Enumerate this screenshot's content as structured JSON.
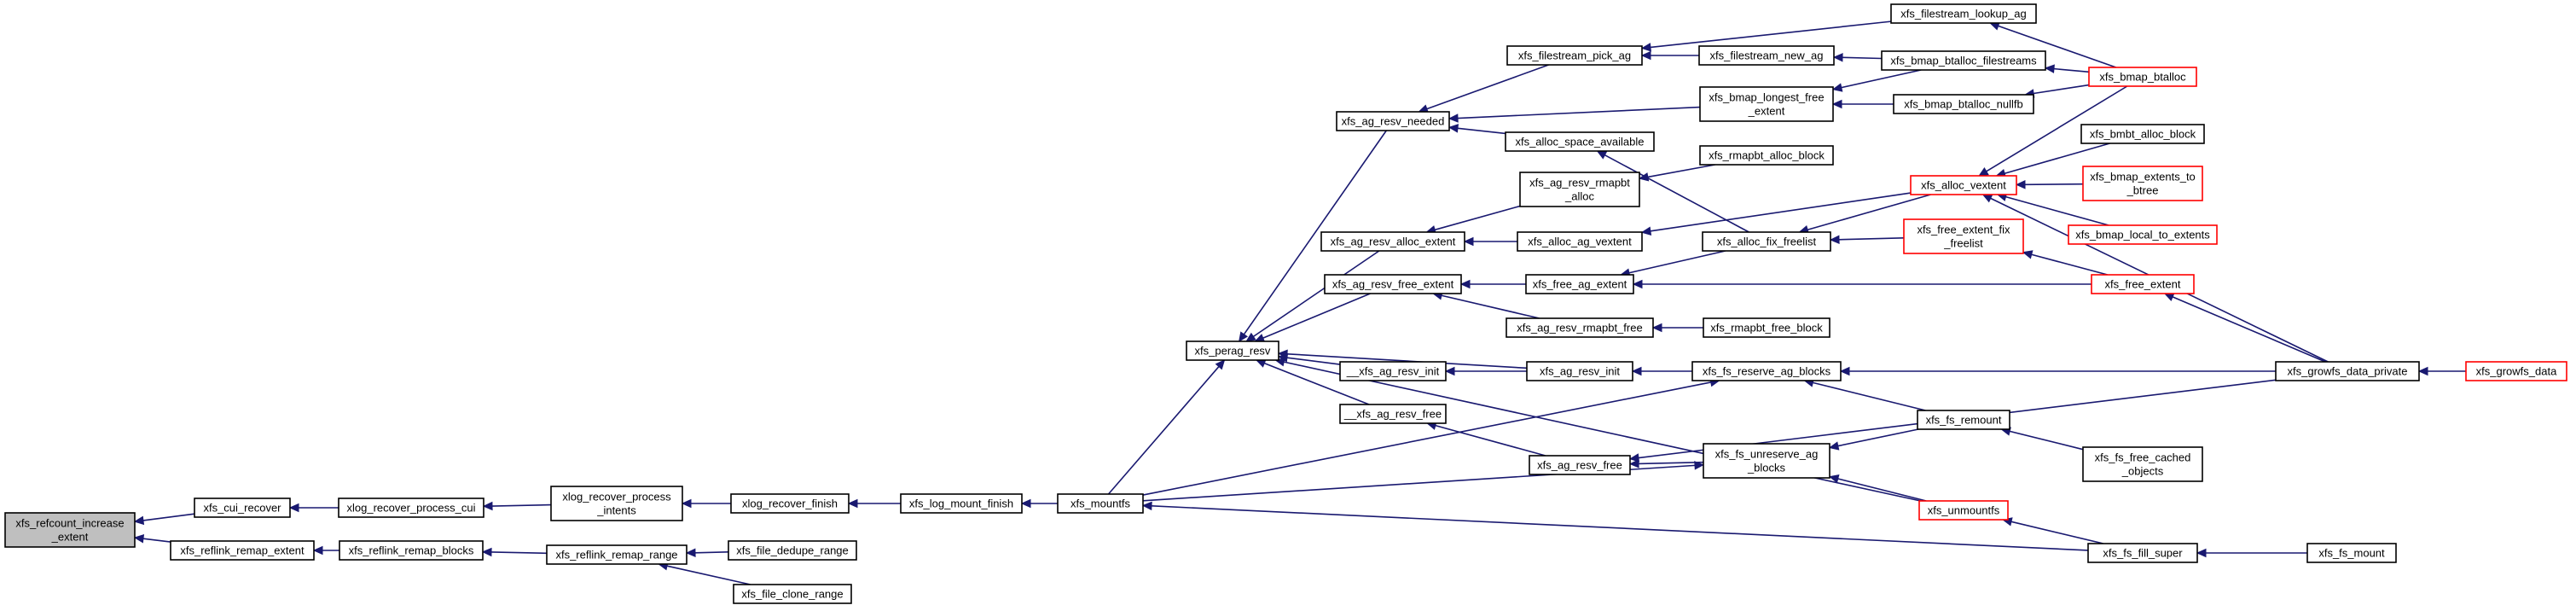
{
  "colors": {
    "edge": "#191970",
    "node_border": "#000000",
    "node_border_truncated": "#ff0000",
    "highlight_fill": "#bfbfbf",
    "node_fill": "#ffffff"
  },
  "nodes": [
    {
      "id": "n_refcount",
      "lines": [
        "xfs_refcount_increase",
        "_extent"
      ],
      "highlight": true
    },
    {
      "id": "n_cui_recover",
      "lines": [
        "xfs_cui_recover"
      ]
    },
    {
      "id": "n_reflink_remap_extent",
      "lines": [
        "xfs_reflink_remap_extent"
      ]
    },
    {
      "id": "n_xlog_recover_process_cui",
      "lines": [
        "xlog_recover_process_cui"
      ]
    },
    {
      "id": "n_reflink_remap_blocks",
      "lines": [
        "xfs_reflink_remap_blocks"
      ]
    },
    {
      "id": "n_xlog_recover_process_intents",
      "lines": [
        "xlog_recover_process",
        "_intents"
      ]
    },
    {
      "id": "n_reflink_remap_range",
      "lines": [
        "xfs_reflink_remap_range"
      ]
    },
    {
      "id": "n_xlog_recover_finish",
      "lines": [
        "xlog_recover_finish"
      ]
    },
    {
      "id": "n_file_dedupe_range",
      "lines": [
        "xfs_file_dedupe_range"
      ]
    },
    {
      "id": "n_file_clone_range",
      "lines": [
        "xfs_file_clone_range"
      ]
    },
    {
      "id": "n_log_mount_finish",
      "lines": [
        "xfs_log_mount_finish"
      ]
    },
    {
      "id": "n_mountfs",
      "lines": [
        "xfs_mountfs"
      ]
    },
    {
      "id": "n_perag_resv",
      "lines": [
        "xfs_perag_resv"
      ]
    },
    {
      "id": "n_ag_resv_needed",
      "lines": [
        "xfs_ag_resv_needed"
      ]
    },
    {
      "id": "n_ag_resv_alloc_extent",
      "lines": [
        "xfs_ag_resv_alloc_extent"
      ]
    },
    {
      "id": "n_ag_resv_free_extent",
      "lines": [
        "xfs_ag_resv_free_extent"
      ]
    },
    {
      "id": "n___ag_resv_init",
      "lines": [
        "__xfs_ag_resv_init"
      ]
    },
    {
      "id": "n___ag_resv_free",
      "lines": [
        "__xfs_ag_resv_free"
      ]
    },
    {
      "id": "n_filestream_pick_ag",
      "lines": [
        "xfs_filestream_pick_ag"
      ]
    },
    {
      "id": "n_alloc_space_available",
      "lines": [
        "xfs_alloc_space_available"
      ]
    },
    {
      "id": "n_ag_resv_rmapbt_alloc",
      "lines": [
        "xfs_ag_resv_rmapbt",
        "_alloc"
      ]
    },
    {
      "id": "n_alloc_ag_vextent",
      "lines": [
        "xfs_alloc_ag_vextent"
      ]
    },
    {
      "id": "n_free_ag_extent",
      "lines": [
        "xfs_free_ag_extent"
      ]
    },
    {
      "id": "n_ag_resv_rmapbt_free",
      "lines": [
        "xfs_ag_resv_rmapbt_free"
      ]
    },
    {
      "id": "n_ag_resv_init",
      "lines": [
        "xfs_ag_resv_init"
      ]
    },
    {
      "id": "n_ag_resv_free",
      "lines": [
        "xfs_ag_resv_free"
      ]
    },
    {
      "id": "n_filestream_new_ag",
      "lines": [
        "xfs_filestream_new_ag"
      ]
    },
    {
      "id": "n_bmap_longest_free_extent",
      "lines": [
        "xfs_bmap_longest_free",
        "_extent"
      ]
    },
    {
      "id": "n_rmapbt_alloc_block",
      "lines": [
        "xfs_rmapbt_alloc_block"
      ]
    },
    {
      "id": "n_alloc_fix_freelist",
      "lines": [
        "xfs_alloc_fix_freelist"
      ]
    },
    {
      "id": "n_rmapbt_free_block",
      "lines": [
        "xfs_rmapbt_free_block"
      ]
    },
    {
      "id": "n_fs_reserve_ag_blocks",
      "lines": [
        "xfs_fs_reserve_ag_blocks"
      ]
    },
    {
      "id": "n_fs_unreserve_ag_blocks",
      "lines": [
        "xfs_fs_unreserve_ag",
        "_blocks"
      ]
    },
    {
      "id": "n_filestream_lookup_ag",
      "lines": [
        "xfs_filestream_lookup_ag"
      ]
    },
    {
      "id": "n_bmap_btalloc_filestreams",
      "lines": [
        "xfs_bmap_btalloc_filestreams"
      ]
    },
    {
      "id": "n_bmap_btalloc_nullfb",
      "lines": [
        "xfs_bmap_btalloc_nullfb"
      ]
    },
    {
      "id": "n_alloc_vextent",
      "lines": [
        "xfs_alloc_vextent"
      ],
      "truncated": true
    },
    {
      "id": "n_free_extent_fix_freelist",
      "lines": [
        "xfs_free_extent_fix",
        "_freelist"
      ],
      "truncated": true
    },
    {
      "id": "n_fs_remount",
      "lines": [
        "xfs_fs_remount"
      ]
    },
    {
      "id": "n_unmountfs",
      "lines": [
        "xfs_unmountfs"
      ],
      "truncated": true
    },
    {
      "id": "n_bmap_btalloc",
      "lines": [
        "xfs_bmap_btalloc"
      ],
      "truncated": true
    },
    {
      "id": "n_bmbt_alloc_block",
      "lines": [
        "xfs_bmbt_alloc_block"
      ]
    },
    {
      "id": "n_bmap_extents_to_btree",
      "lines": [
        "xfs_bmap_extents_to",
        "_btree"
      ],
      "truncated": true
    },
    {
      "id": "n_bmap_local_to_extents",
      "lines": [
        "xfs_bmap_local_to_extents"
      ],
      "truncated": true
    },
    {
      "id": "n_free_extent",
      "lines": [
        "xfs_free_extent"
      ],
      "truncated": true
    },
    {
      "id": "n_fs_free_cached_objects",
      "lines": [
        "xfs_fs_free_cached",
        "_objects"
      ]
    },
    {
      "id": "n_fs_fill_super",
      "lines": [
        "xfs_fs_fill_super"
      ]
    },
    {
      "id": "n_growfs_data_private",
      "lines": [
        "xfs_growfs_data_private"
      ]
    },
    {
      "id": "n_fs_mount",
      "lines": [
        "xfs_fs_mount"
      ]
    },
    {
      "id": "n_growfs_data",
      "lines": [
        "xfs_growfs_data"
      ],
      "truncated": true
    }
  ],
  "edges": [
    [
      "n_cui_recover",
      "n_refcount"
    ],
    [
      "n_reflink_remap_extent",
      "n_refcount"
    ],
    [
      "n_xlog_recover_process_cui",
      "n_cui_recover"
    ],
    [
      "n_reflink_remap_blocks",
      "n_reflink_remap_extent"
    ],
    [
      "n_xlog_recover_process_intents",
      "n_xlog_recover_process_cui"
    ],
    [
      "n_reflink_remap_range",
      "n_reflink_remap_blocks"
    ],
    [
      "n_xlog_recover_finish",
      "n_xlog_recover_process_intents"
    ],
    [
      "n_file_dedupe_range",
      "n_reflink_remap_range"
    ],
    [
      "n_file_clone_range",
      "n_reflink_remap_range"
    ],
    [
      "n_log_mount_finish",
      "n_xlog_recover_finish"
    ],
    [
      "n_mountfs",
      "n_log_mount_finish"
    ],
    [
      "n_mountfs",
      "n_perag_resv"
    ],
    [
      "n_ag_resv_needed",
      "n_perag_resv"
    ],
    [
      "n_ag_resv_alloc_extent",
      "n_perag_resv"
    ],
    [
      "n_ag_resv_free_extent",
      "n_perag_resv"
    ],
    [
      "n___ag_resv_init",
      "n_perag_resv"
    ],
    [
      "n___ag_resv_free",
      "n_perag_resv"
    ],
    [
      "n_ag_resv_init",
      "n_perag_resv"
    ],
    [
      "n_unmountfs",
      "n_perag_resv"
    ],
    [
      "n_filestream_pick_ag",
      "n_ag_resv_needed"
    ],
    [
      "n_alloc_space_available",
      "n_ag_resv_needed"
    ],
    [
      "n_bmap_longest_free_extent",
      "n_ag_resv_needed"
    ],
    [
      "n_ag_resv_rmapbt_alloc",
      "n_ag_resv_alloc_extent"
    ],
    [
      "n_alloc_ag_vextent",
      "n_ag_resv_alloc_extent"
    ],
    [
      "n_free_ag_extent",
      "n_ag_resv_free_extent"
    ],
    [
      "n_ag_resv_rmapbt_free",
      "n_ag_resv_free_extent"
    ],
    [
      "n_ag_resv_init",
      "n___ag_resv_init"
    ],
    [
      "n_ag_resv_free",
      "n___ag_resv_free"
    ],
    [
      "n_filestream_new_ag",
      "n_filestream_pick_ag"
    ],
    [
      "n_filestream_lookup_ag",
      "n_filestream_pick_ag"
    ],
    [
      "n_alloc_fix_freelist",
      "n_alloc_space_available"
    ],
    [
      "n_rmapbt_alloc_block",
      "n_ag_resv_rmapbt_alloc"
    ],
    [
      "n_alloc_vextent",
      "n_alloc_ag_vextent"
    ],
    [
      "n_alloc_fix_freelist",
      "n_free_ag_extent"
    ],
    [
      "n_free_extent",
      "n_free_ag_extent"
    ],
    [
      "n_rmapbt_free_block",
      "n_ag_resv_rmapbt_free"
    ],
    [
      "n_fs_reserve_ag_blocks",
      "n_ag_resv_init"
    ],
    [
      "n_fs_unreserve_ag_blocks",
      "n_ag_resv_free"
    ],
    [
      "n_growfs_data_private",
      "n_ag_resv_free"
    ],
    [
      "n_mountfs",
      "n_fs_reserve_ag_blocks"
    ],
    [
      "n_mountfs",
      "n_fs_unreserve_ag_blocks"
    ],
    [
      "n_bmap_btalloc_filestreams",
      "n_filestream_new_ag"
    ],
    [
      "n_bmap_btalloc_filestreams",
      "n_bmap_longest_free_extent"
    ],
    [
      "n_bmap_btalloc_nullfb",
      "n_bmap_longest_free_extent"
    ],
    [
      "n_alloc_vextent",
      "n_alloc_fix_freelist"
    ],
    [
      "n_free_extent_fix_freelist",
      "n_alloc_fix_freelist"
    ],
    [
      "n_fs_remount",
      "n_fs_reserve_ag_blocks"
    ],
    [
      "n_growfs_data_private",
      "n_fs_reserve_ag_blocks"
    ],
    [
      "n_fs_remount",
      "n_fs_unreserve_ag_blocks"
    ],
    [
      "n_unmountfs",
      "n_fs_unreserve_ag_blocks"
    ],
    [
      "n_bmap_btalloc",
      "n_filestream_lookup_ag"
    ],
    [
      "n_bmap_btalloc",
      "n_bmap_btalloc_filestreams"
    ],
    [
      "n_bmap_btalloc",
      "n_bmap_btalloc_nullfb"
    ],
    [
      "n_bmap_btalloc",
      "n_alloc_vextent"
    ],
    [
      "n_bmbt_alloc_block",
      "n_alloc_vextent"
    ],
    [
      "n_bmap_extents_to_btree",
      "n_alloc_vextent"
    ],
    [
      "n_bmap_local_to_extents",
      "n_alloc_vextent"
    ],
    [
      "n_growfs_data_private",
      "n_alloc_vextent"
    ],
    [
      "n_free_extent",
      "n_free_extent_fix_freelist"
    ],
    [
      "n_growfs_data_private",
      "n_free_extent"
    ],
    [
      "n_fs_free_cached_objects",
      "n_fs_remount"
    ],
    [
      "n_fs_fill_super",
      "n_unmountfs"
    ],
    [
      "n_fs_fill_super",
      "n_mountfs"
    ],
    [
      "n_fs_mount",
      "n_fs_fill_super"
    ],
    [
      "n_growfs_data",
      "n_growfs_data_private"
    ]
  ]
}
